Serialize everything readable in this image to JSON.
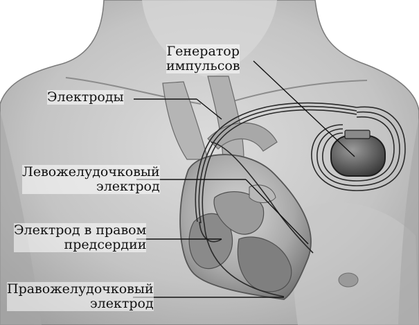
{
  "labels": {
    "generator": {
      "line1": "Генератор",
      "line2": "импульсов"
    },
    "electrodes": {
      "line1": "Электроды"
    },
    "left_ventricular": {
      "line1": "Левожелудочковый",
      "line2": "электрод"
    },
    "right_atrium": {
      "line1": "Электрод в правом",
      "line2": "предсердии"
    },
    "right_ventricular": {
      "line1": "Правожелудочковый",
      "line2": "электрод"
    }
  },
  "colors": {
    "skin_light": "#e6e6e6",
    "skin_mid": "#bcbcbc",
    "skin_dark": "#8a8a8a",
    "heart": "#9c9c9c",
    "device": "#5a5a5a",
    "lead": "#2a2a2a"
  }
}
